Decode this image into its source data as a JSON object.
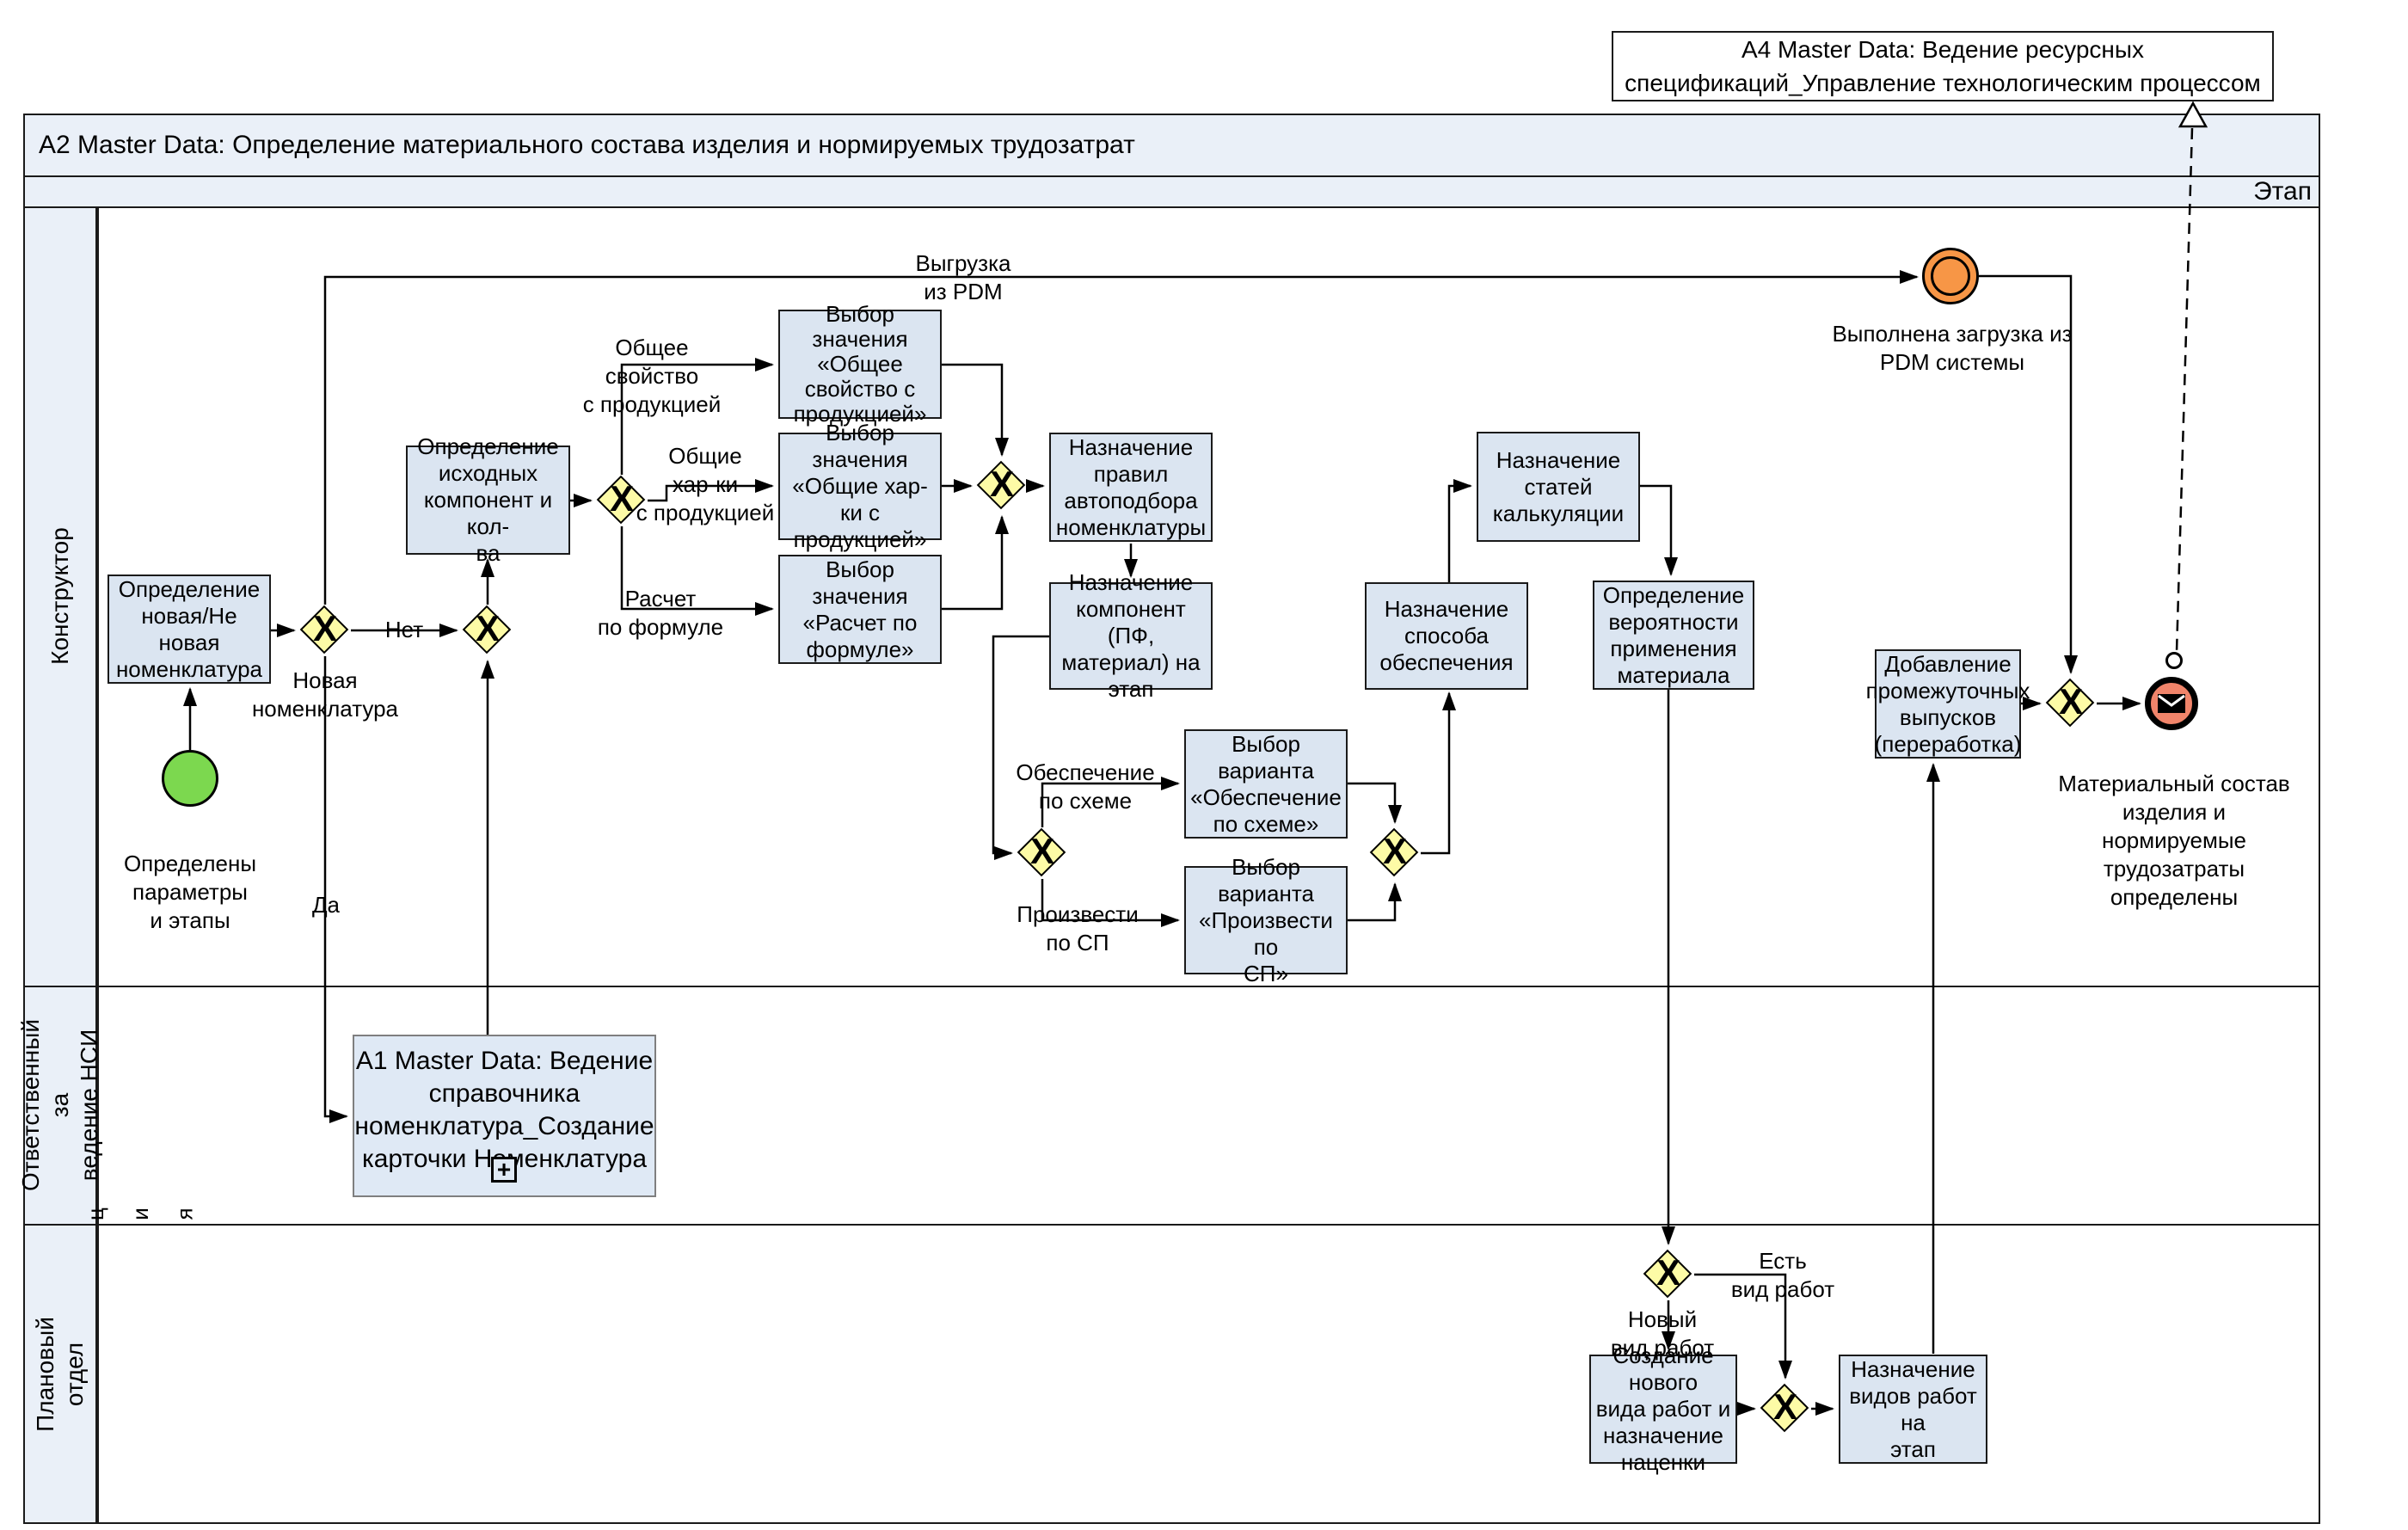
{
  "header": {
    "title": "A2  Master Data: Определение материального состава изделия и нормируемых трудозатрат",
    "phase": "Этап"
  },
  "external": {
    "a4": "A4 Master Data: Ведение ресурсных\nспецификаций_Управление технологическим процессом"
  },
  "lanes": {
    "lane1": "Конструктор",
    "lane2": "Ответственный за\nведение НСИ",
    "lane3": "Плановый отдел"
  },
  "stray": {
    "l1": "ц",
    "l2": "и",
    "l3": "я"
  },
  "events": {
    "start": "Определены\nпараметры\nи этапы",
    "pdm": "Выполнена загрузка из\nPDM системы",
    "end": "Материальный состав\nизделия и\nнормируемые\nтрудозатраты\nопределены"
  },
  "gateway": {
    "x": "X"
  },
  "tasks": {
    "t1": "Определение\nновая/Не новая\nноменклатура",
    "t2": "Определение\nисходных\nкомпонент и кол-\nва",
    "t3": "Выбор значения\n«Общее\nсвойство с\nпродукцией»",
    "t4": "Выбор значения\n«Общие хар-ки с\nпродукцией»",
    "t5": "Выбор значения\n«Расчет по\nформуле»",
    "t6": "Назначение\nправил\nавтоподбора\nноменклатуры",
    "t7": "Назначение\nкомпонент (ПФ,\nматериал) на\nэтап",
    "t8": "Выбор варианта\n«Обеспечение\nпо схеме»",
    "t9": "Выбор варианта\n«Произвести по\nСП»",
    "t10": "Назначение\nспособа\nобеспечения",
    "t11": "Назначение\nстатей\nкалькуляции",
    "t12": "Определение\nвероятности\nприменения\nматериала",
    "t13": "Добавление\nпромежуточных\nвыпусков\n(переработка)",
    "t14": "Создание нового\nвида работ и\nназначение\nнаценки",
    "t15": "Назначение\nвидов работ на\nэтап",
    "a1": "A1 Master Data: Ведение\nсправочника\nноменклатура_Создание\nкарточки Номенклатура",
    "a1_plus": "+"
  },
  "edge_labels": {
    "net": "Нет",
    "da": "Да",
    "novaya": "Новая\nноменклатура",
    "vygruzka": "Выгрузка\nиз PDM",
    "obshchee": "Общее\nсвойство\nс продукцией",
    "obshchie": "Общие\nхар-ки\nс продукцией",
    "raschet": "Расчет\nпо формуле",
    "obespechenie": "Обеспечение\nпо схеме",
    "proizvesti": "Произвести\nпо СП",
    "est": "Есть\nвид работ",
    "novyi": "Новый\nвид работ"
  },
  "colors": {
    "task_fill": "#dbe5f1",
    "band_fill": "#eaf0f8",
    "gateway_fill": "#fdfba6",
    "start_fill": "#7cd84f",
    "pdm_fill": "#f79646",
    "end_fill": "#f0846a",
    "line": "#000000"
  }
}
